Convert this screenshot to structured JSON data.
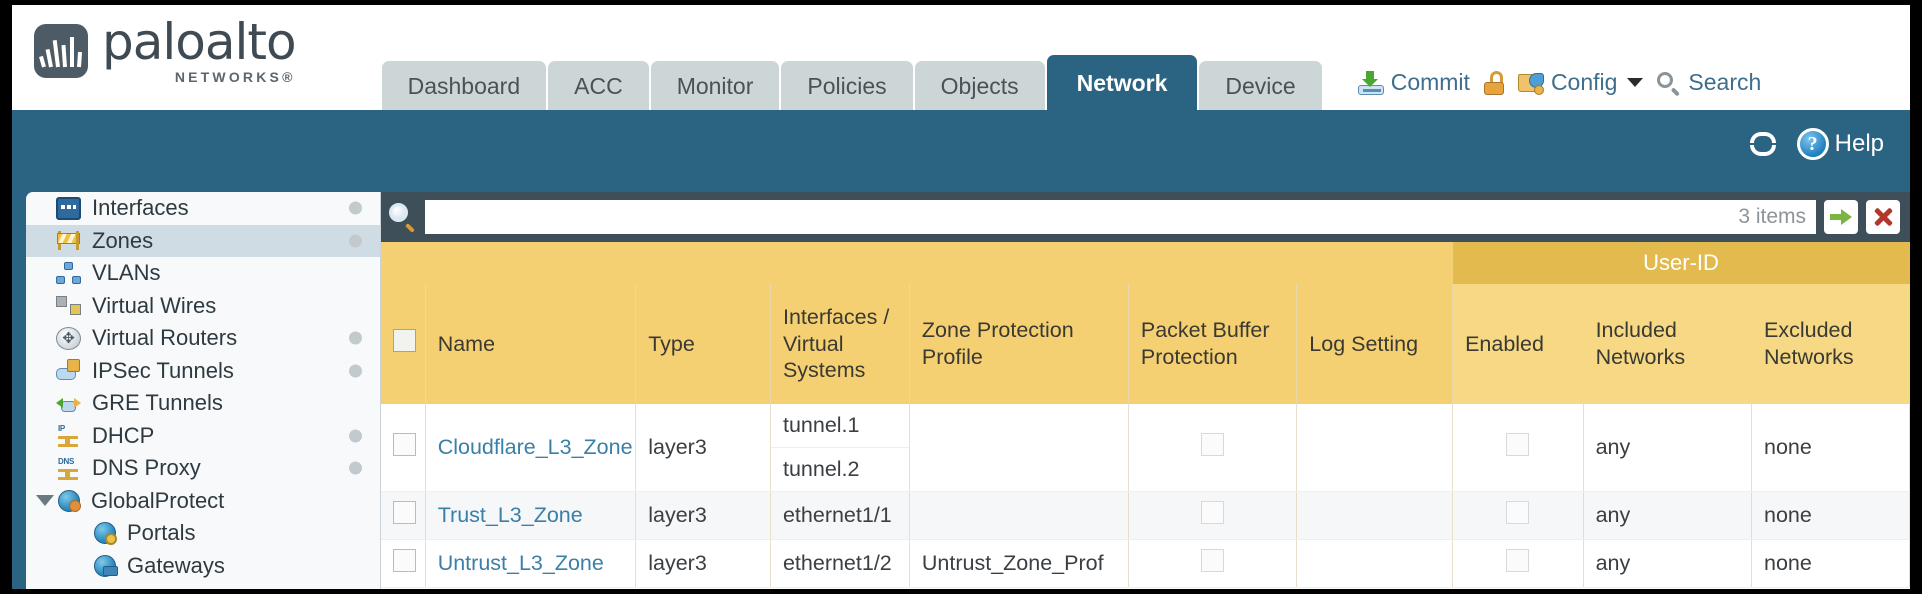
{
  "brand": {
    "name": "paloalto",
    "sub": "NETWORKS®",
    "logo_icon": "paloalto-logo-icon"
  },
  "nav": {
    "tabs": [
      {
        "label": "Dashboard",
        "active": false
      },
      {
        "label": "ACC",
        "active": false
      },
      {
        "label": "Monitor",
        "active": false
      },
      {
        "label": "Policies",
        "active": false
      },
      {
        "label": "Objects",
        "active": false
      },
      {
        "label": "Network",
        "active": true
      },
      {
        "label": "Device",
        "active": false
      }
    ]
  },
  "header_actions": {
    "commit": {
      "label": "Commit",
      "icon": "commit-icon"
    },
    "lock": {
      "icon": "padlock-icon"
    },
    "config": {
      "label": "Config",
      "icon": "config-icon",
      "caret": "chevron-down-icon"
    },
    "search": {
      "label": "Search",
      "icon": "search-icon"
    }
  },
  "subbar": {
    "refresh": {
      "icon": "refresh-icon"
    },
    "help": {
      "label": "Help",
      "icon": "help-icon",
      "glyph": "?"
    }
  },
  "sidebar": {
    "items": [
      {
        "label": "Interfaces",
        "icon": "interfaces-icon",
        "dot": true,
        "selected": false,
        "level": 0
      },
      {
        "label": "Zones",
        "icon": "zones-icon",
        "dot": true,
        "selected": true,
        "level": 0
      },
      {
        "label": "VLANs",
        "icon": "vlans-icon",
        "dot": false,
        "selected": false,
        "level": 0
      },
      {
        "label": "Virtual Wires",
        "icon": "virtual-wires-icon",
        "dot": false,
        "selected": false,
        "level": 0
      },
      {
        "label": "Virtual Routers",
        "icon": "virtual-routers-icon",
        "dot": true,
        "selected": false,
        "level": 0
      },
      {
        "label": "IPSec Tunnels",
        "icon": "ipsec-tunnels-icon",
        "dot": true,
        "selected": false,
        "level": 0
      },
      {
        "label": "GRE Tunnels",
        "icon": "gre-tunnels-icon",
        "dot": false,
        "selected": false,
        "level": 0
      },
      {
        "label": "DHCP",
        "icon": "dhcp-icon",
        "dot": true,
        "selected": false,
        "level": 0
      },
      {
        "label": "DNS Proxy",
        "icon": "dns-proxy-icon",
        "dot": true,
        "selected": false,
        "level": 0
      },
      {
        "label": "GlobalProtect",
        "icon": "globalprotect-icon",
        "dot": false,
        "selected": false,
        "level": 0,
        "expander": true
      },
      {
        "label": "Portals",
        "icon": "portals-icon",
        "dot": false,
        "selected": false,
        "level": 1
      },
      {
        "label": "Gateways",
        "icon": "gateways-icon",
        "dot": false,
        "selected": false,
        "level": 1
      }
    ]
  },
  "filter_bar": {
    "search_icon": "search-icon",
    "value": "",
    "placeholder": "",
    "item_count": "3 items",
    "apply_icon": "green-arrow-icon",
    "clear_icon": "red-x-icon"
  },
  "table": {
    "group_header": {
      "label": "User-ID",
      "span": 3
    },
    "columns": [
      "Name",
      "Type",
      "Interfaces / Virtual Systems",
      "Zone Protection Profile",
      "Packet Buffer Protection",
      "Log Setting",
      "Enabled",
      "Included Networks",
      "Excluded Networks"
    ],
    "rows": [
      {
        "name": "Cloudflare_L3_Zone",
        "type": "layer3",
        "interfaces": [
          "tunnel.1",
          "tunnel.2"
        ],
        "zone_protection_profile": "",
        "packet_buffer_protection": false,
        "log_setting": "",
        "user_id_enabled": false,
        "included_networks": "any",
        "excluded_networks": "none"
      },
      {
        "name": "Trust_L3_Zone",
        "type": "layer3",
        "interfaces": [
          "ethernet1/1"
        ],
        "zone_protection_profile": "",
        "packet_buffer_protection": false,
        "log_setting": "",
        "user_id_enabled": false,
        "included_networks": "any",
        "excluded_networks": "none"
      },
      {
        "name": "Untrust_L3_Zone",
        "type": "layer3",
        "interfaces": [
          "ethernet1/2"
        ],
        "zone_protection_profile": "Untrust_Zone_Prof",
        "packet_buffer_protection": false,
        "log_setting": "",
        "user_id_enabled": false,
        "included_networks": "any",
        "excluded_networks": "none"
      }
    ]
  },
  "colors": {
    "brand_blue": "#2b6382",
    "tab_inactive": "#ccd6d6",
    "table_header": "#f5d073",
    "group_header": "#e3ba4e",
    "filter_bar": "#3e4f59",
    "link": "#3b7fa8"
  }
}
